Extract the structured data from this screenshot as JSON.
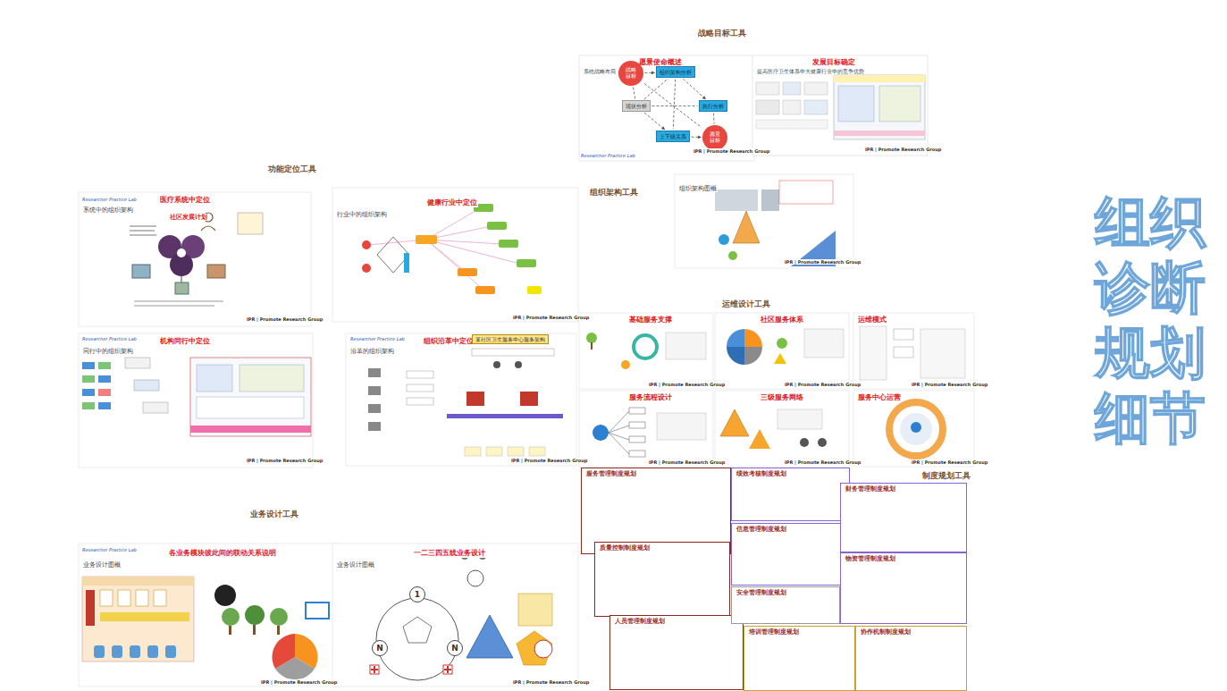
{
  "diagram": {
    "nodes": [
      {
        "text": [
          "愿景使命概述",
          "系统战略布局"
        ]
      },
      {
        "text": [
          "战略目标"
        ],
        "in": 0
      },
      {
        "text": [
          "组织架构分析"
        ],
        "in": 0
      },
      {
        "text": [
          "现状分析"
        ],
        "in": 0
      },
      {
        "text": [
          "执行分析"
        ],
        "in": 0
      },
      {
        "text": [
          "上下级关系"
        ],
        "in": 0
      },
      {
        "text": [
          "愿景目标"
        ],
        "in": 0
      },
      {
        "text": [
          "发展目标确定",
          "提高医疗卫生体系中大健康行业中的竞争优势"
        ]
      },
      {
        "text": [
          "医疗系统中定位",
          "系统中的组织架构"
        ]
      },
      {
        "text": [
          "健康行业中定位",
          "行业中的组织架构"
        ]
      },
      {
        "text": [
          "机构同行中定位",
          "同行中的组织架构"
        ]
      },
      {
        "text": [
          "组织沿革中定位",
          "沿革的组织架构"
        ]
      },
      {
        "text": [
          "某社区卫生服务中心服务架构"
        ],
        "in": 11
      },
      {
        "text": [
          "组织架构图概"
        ]
      },
      {
        "text": [
          "基础服务支撑"
        ]
      },
      {
        "text": [
          "社区服务体系"
        ]
      },
      {
        "text": [
          "运维模式"
        ]
      },
      {
        "text": [
          "服务流程设计"
        ]
      },
      {
        "text": [
          "三级服务网络"
        ]
      },
      {
        "text": [
          "服务中心运营"
        ]
      },
      {
        "text": [
          "各业务模块彼此间的联动关系说明",
          "业务设计图概"
        ]
      },
      {
        "text": [
          "一二三四五线业务设计",
          "业务设计图概"
        ]
      },
      {
        "text": [
          "1"
        ],
        "in": 21
      },
      {
        "text": [
          "N"
        ],
        "in": 21
      },
      {
        "text": [
          "N"
        ],
        "in": 21
      },
      {
        "text": [
          "服务管理制度规划"
        ]
      },
      {
        "text": [
          "质量控制制度规划"
        ]
      },
      {
        "text": [
          "人员管理制度规划"
        ]
      },
      {
        "text": [
          "绩效考核制度规划"
        ]
      },
      {
        "text": [
          "信息管理制度规划"
        ]
      },
      {
        "text": [
          "财务管理制度规划"
        ]
      },
      {
        "text": [
          "物资管理制度规划"
        ]
      },
      {
        "text": [
          "安全管理制度规划"
        ]
      },
      {
        "text": [
          "培训管理制度规划"
        ]
      },
      {
        "text": [
          "协作机制制度规划"
        ]
      }
    ],
    "edges": [
      {
        "from": 1,
        "to": 2,
        "arrow": "to"
      },
      {
        "from": 1,
        "to": 3,
        "arrow": "none"
      },
      {
        "from": 1,
        "to": 6,
        "arrow": "none"
      },
      {
        "from": 2,
        "to": 4,
        "arrow": "to"
      },
      {
        "from": 2,
        "to": 5,
        "arrow": "none"
      },
      {
        "from": 3,
        "to": 5,
        "arrow": "to"
      },
      {
        "from": 3,
        "to": 4,
        "arrow": "none"
      },
      {
        "from": 4,
        "to": 6,
        "arrow": "none"
      },
      {
        "from": 5,
        "to": 6,
        "arrow": "to"
      },
      {
        "from": 3,
        "to": 2,
        "arrow": "none"
      }
    ],
    "labels": [
      "战略目标工具",
      "功能定位工具",
      "组织架构工具",
      "运维设计工具",
      "制度规划工具",
      "业务设计工具",
      "组织诊断规划细节",
      "社区发展计划",
      "IPR | Promote Research Group",
      "IPR | Promote Research Group",
      "IPR | Promote Research Group",
      "IPR | Promote Research Group",
      "IPR | Promote Research Group",
      "IPR | Promote Research Group",
      "IPR | Promote Research Group",
      "IPR | Promote Research Group",
      "IPR | Promote Research Group",
      "IPR | Promote Research Group",
      "IPR | Promote Research Group",
      "IPR | Promote Research Group",
      "IPR | Promote Research Group",
      "IPR | Promote Research Group",
      "IPR | Promote Research Group",
      "Researcher Practice Lab",
      "Researcher Practice Lab",
      "Researcher Practice Lab",
      "Researcher Practice Lab",
      "Researcher Practice Lab"
    ]
  }
}
